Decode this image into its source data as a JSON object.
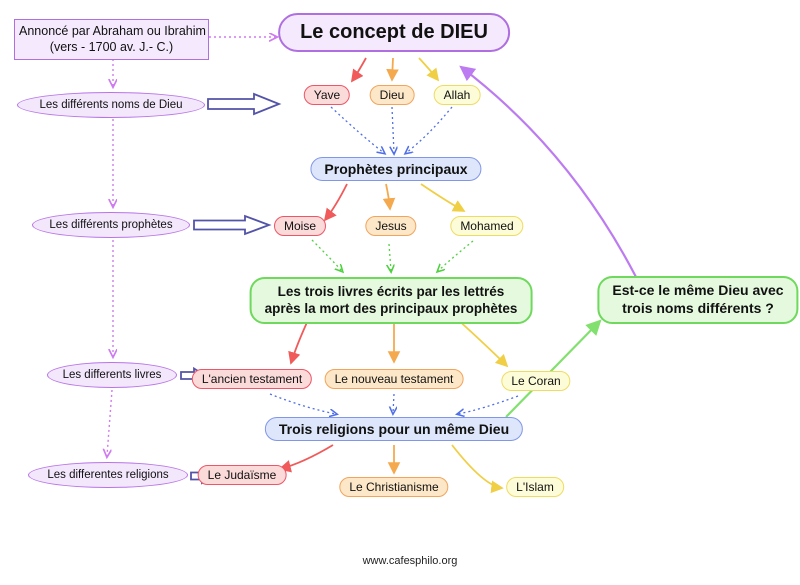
{
  "header": {
    "annotation": {
      "line1": "Annoncé par Abraham ou Ibrahim",
      "line2": "(vers - 1700 av. J.- C.)"
    },
    "title": "Le concept de DIEU"
  },
  "left_labels": [
    {
      "label": "Les différents noms de Dieu"
    },
    {
      "label": "Les différents prophètes"
    },
    {
      "label": "Les differents livres"
    },
    {
      "label": "Les differentes religions"
    }
  ],
  "nodes": {
    "names": [
      {
        "label": "Yave"
      },
      {
        "label": "Dieu"
      },
      {
        "label": "Allah"
      }
    ],
    "prophets_box": "Prophètes principaux",
    "prophets": [
      {
        "label": "Moise"
      },
      {
        "label": "Jesus"
      },
      {
        "label": "Mohamed"
      }
    ],
    "books_box": {
      "line1": "Les trois livres écrits par les lettrés",
      "line2": "après la mort des principaux prophètes"
    },
    "books": [
      {
        "label": "L'ancien testament"
      },
      {
        "label": "Le nouveau testament"
      },
      {
        "label": "Le Coran"
      }
    ],
    "religions_box": "Trois religions pour un même Dieu",
    "religions": [
      {
        "label": "Le Judaïsme"
      },
      {
        "label": "Le Christianisme"
      },
      {
        "label": "L'Islam"
      }
    ],
    "question_box": {
      "line1": "Est-ce le même Dieu avec",
      "line2": "trois noms différents ?"
    }
  },
  "footer": {
    "url": "www.cafesphilo.org"
  },
  "colors": {
    "purple_accent": "#b873e8",
    "purple_fill": "#f3e7fc",
    "red_accent": "#ee5566",
    "red_fill": "#fbdada",
    "orange_accent": "#f2a45c",
    "orange_fill": "#fce8c8",
    "yellow_accent": "#eedc62",
    "yellow_fill": "#fdfcd8",
    "blue_accent": "#8296e8",
    "blue_fill": "#dde6fa",
    "green_accent": "#6ed95c",
    "green_fill": "#e4f9de",
    "dotted_purple": "#cf7af0",
    "dotted_blue": "#4f6fe8",
    "dotted_green": "#4ed13e",
    "solid_purple": "#bc7bf0",
    "solid_green": "#82e06e",
    "hollow_arrow_stroke": "#5353a8"
  }
}
